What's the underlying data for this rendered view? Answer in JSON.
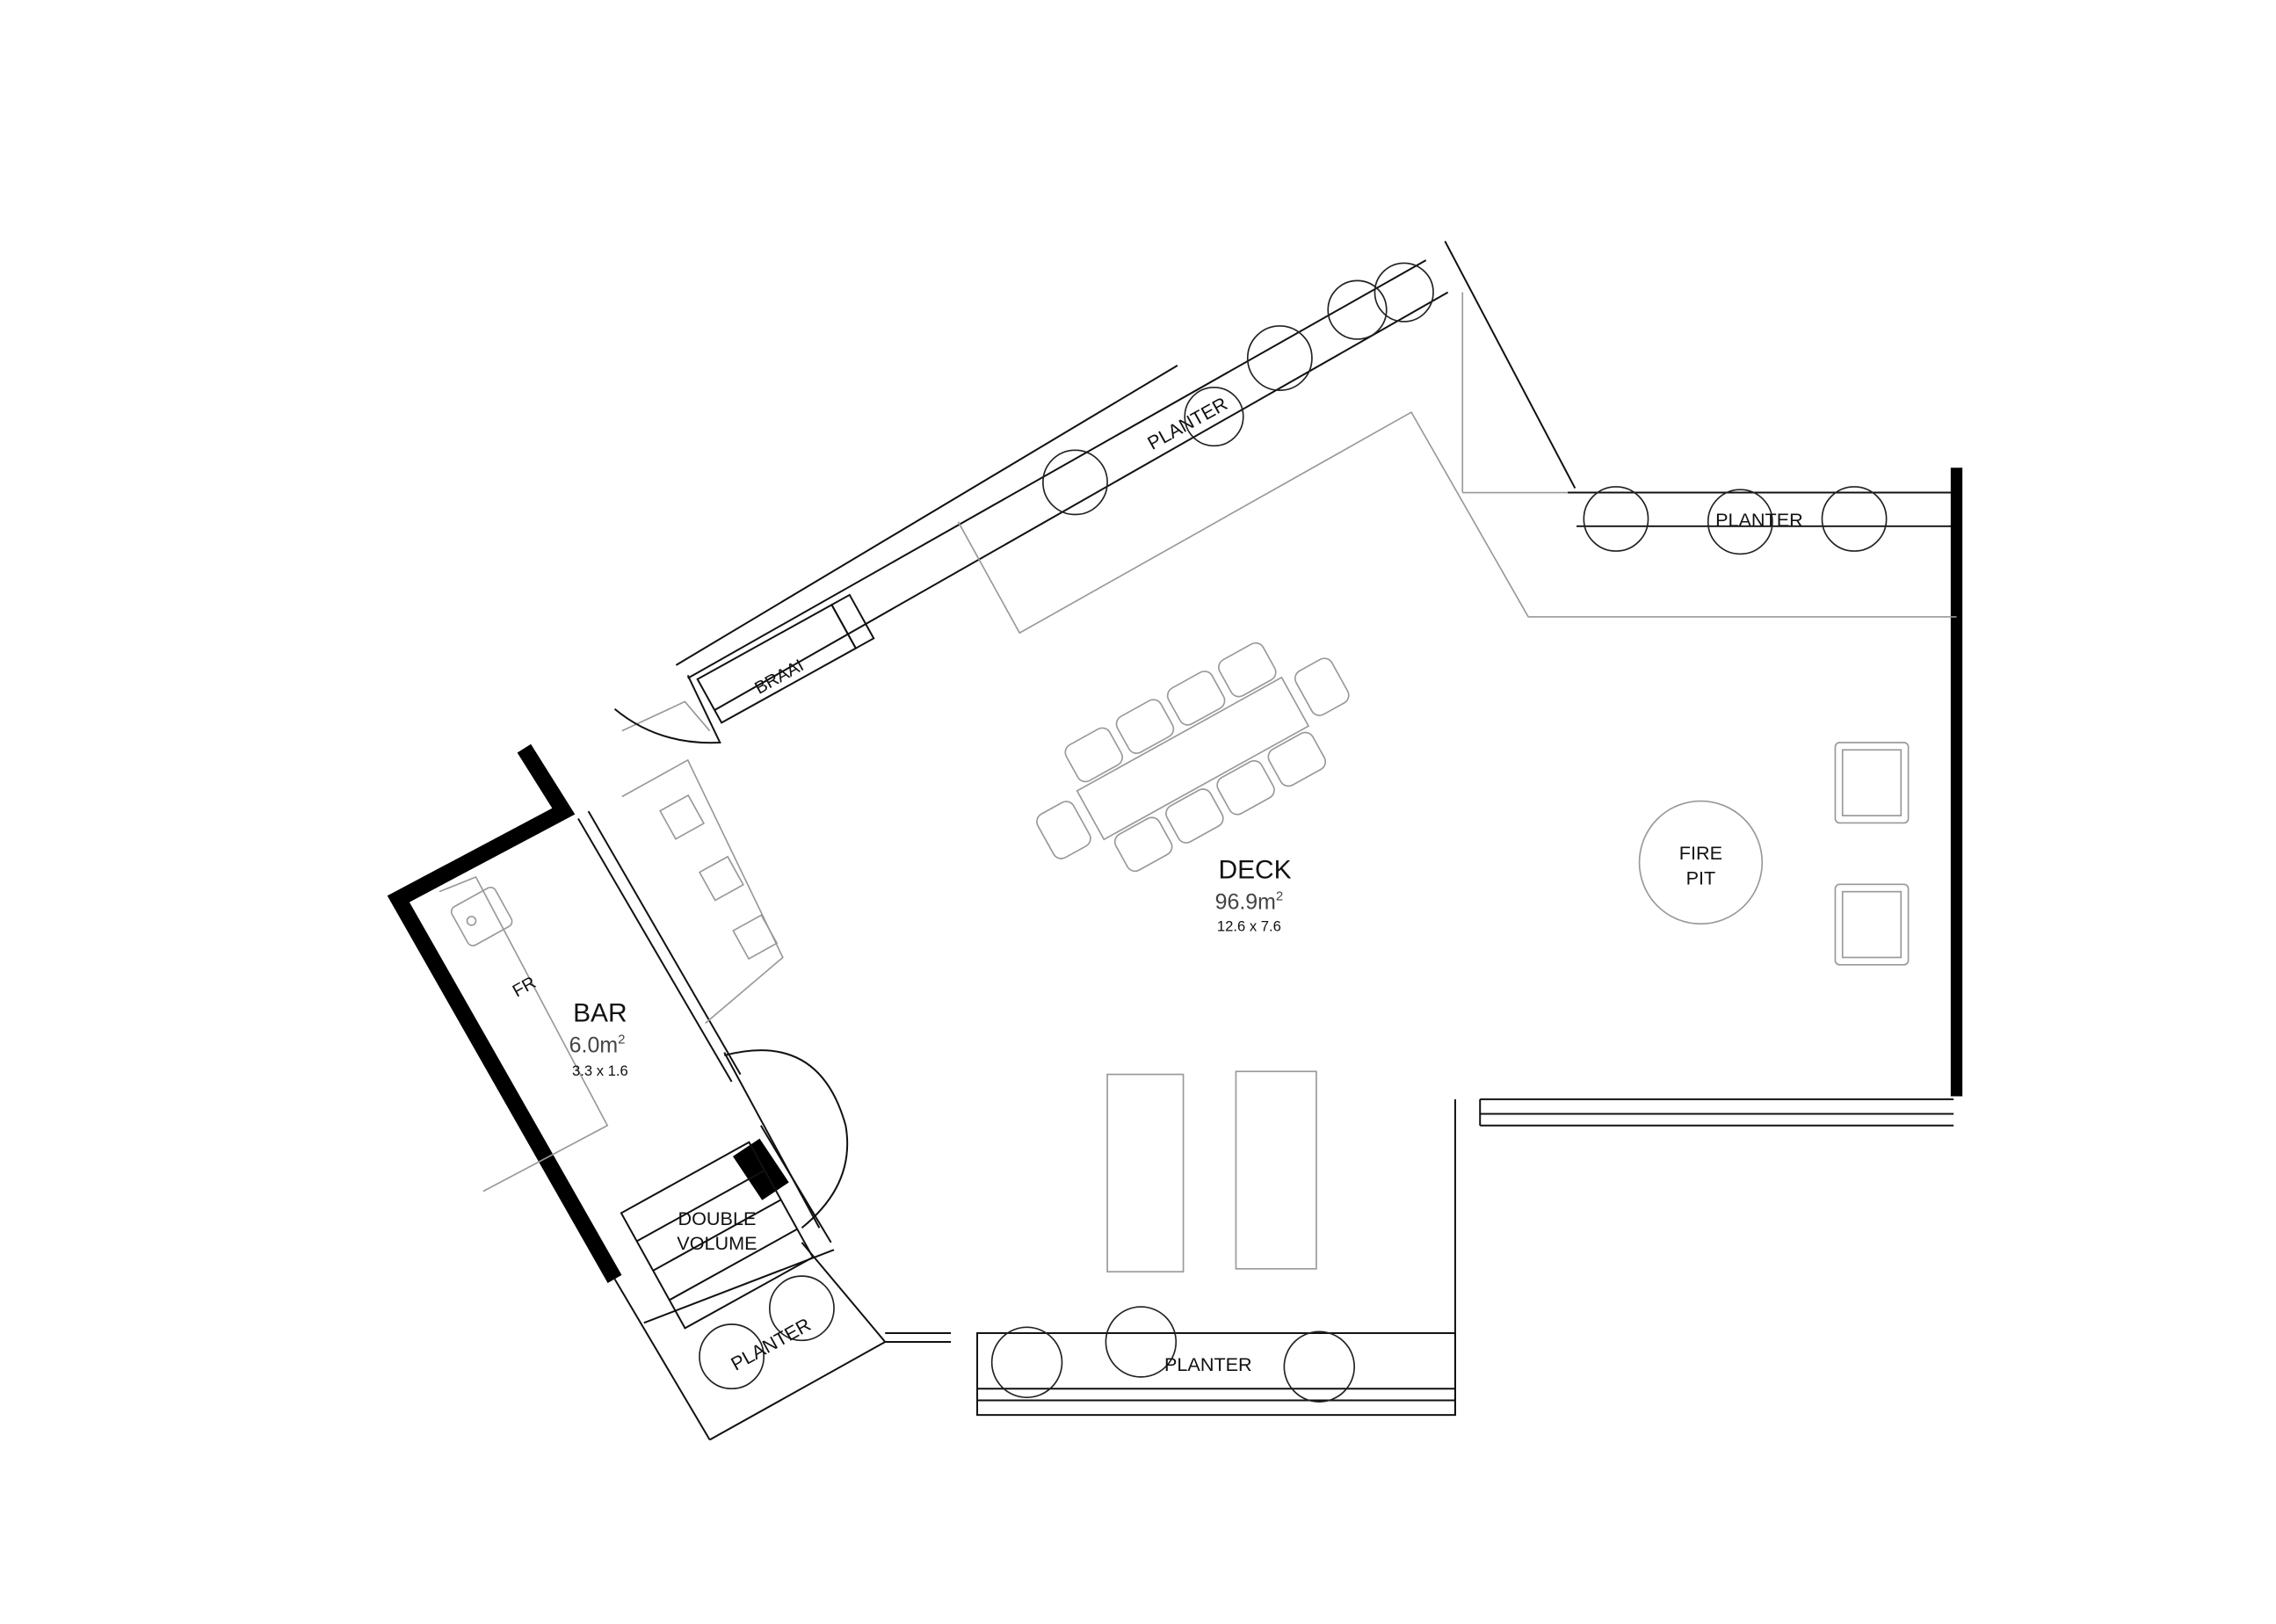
{
  "rooms": {
    "deck": {
      "name": "DECK",
      "area": "96.9m",
      "area_sup": "2",
      "dims": "12.6 x 7.6"
    },
    "bar": {
      "name": "BAR",
      "area": "6.0m",
      "area_sup": "2",
      "dims": "3.3 x 1.6"
    }
  },
  "labels": {
    "braai": "BRAAI",
    "fridge": "FR",
    "fire_pit_line1": "FIRE",
    "fire_pit_line2": "PIT",
    "double_volume_line1": "DOUBLE",
    "double_volume_line2": "VOLUME",
    "planter_top": "PLANTER",
    "planter_right": "PLANTER",
    "planter_bottom_left": "PLANTER",
    "planter_bottom": "PLANTER"
  }
}
